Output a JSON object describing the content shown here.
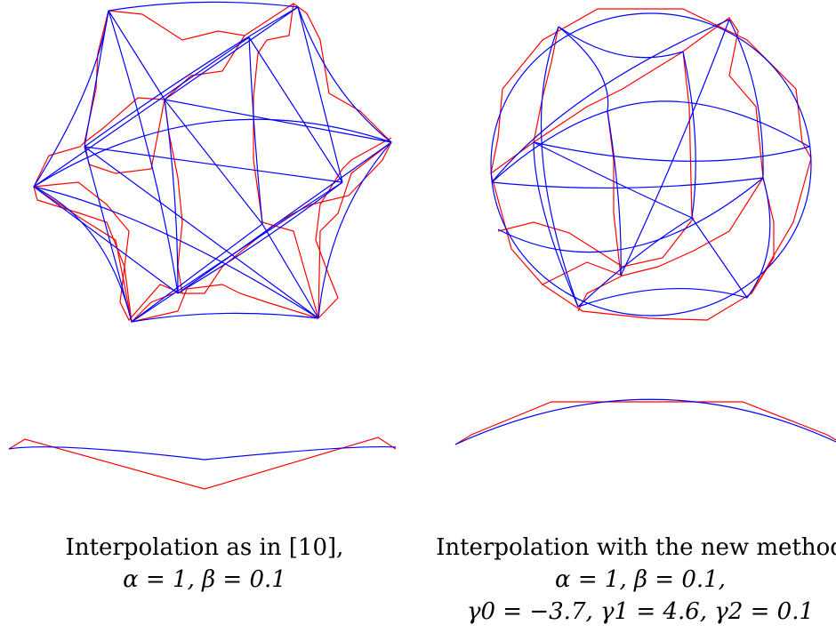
{
  "colors": {
    "polygon": "#ff0000",
    "curve": "#0000ff",
    "background": "#ffffff",
    "text": "#000000"
  },
  "captions": {
    "left": {
      "line1": "Interpolation as in [10],",
      "line2": "α = 1, β = 0.1"
    },
    "right": {
      "line1": "Interpolation with the new method",
      "line2": "α = 1, β = 0.1,",
      "line3": "γ0 = −3.7, γ1 = 4.6, γ2 = 0.1"
    }
  }
}
